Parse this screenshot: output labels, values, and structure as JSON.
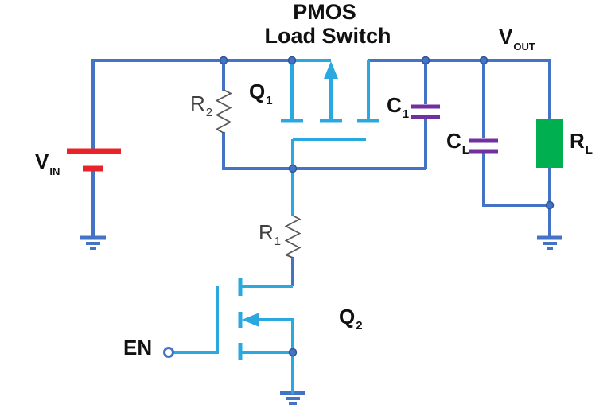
{
  "title": {
    "line1": "PMOS",
    "line2": "Load Switch"
  },
  "labels": {
    "vin": {
      "main": "V",
      "sub": "IN"
    },
    "vout": {
      "main": "V",
      "sub": "OUT"
    },
    "q1": {
      "main": "Q",
      "sub": "1"
    },
    "q2": {
      "main": "Q",
      "sub": "2"
    },
    "r1": {
      "main": "R",
      "sub": "1"
    },
    "r2": {
      "main": "R",
      "sub": "2"
    },
    "c1": {
      "main": "C",
      "sub": "1"
    },
    "cl": {
      "main": "C",
      "sub": "L"
    },
    "rl": {
      "main": "R",
      "sub": "L"
    },
    "en": {
      "main": "EN",
      "sub": ""
    }
  },
  "components": [
    {
      "id": "vin",
      "kind": "voltage-source",
      "label": "VIN"
    },
    {
      "id": "q1",
      "kind": "pmos-transistor",
      "label": "Q1"
    },
    {
      "id": "q2",
      "kind": "nmos-transistor",
      "label": "Q2"
    },
    {
      "id": "r1",
      "kind": "resistor",
      "label": "R1"
    },
    {
      "id": "r2",
      "kind": "resistor",
      "label": "R2"
    },
    {
      "id": "c1",
      "kind": "capacitor",
      "label": "C1"
    },
    {
      "id": "cl",
      "kind": "capacitor",
      "label": "CL"
    },
    {
      "id": "rl",
      "kind": "load-resistor",
      "label": "RL"
    },
    {
      "id": "en",
      "kind": "enable-input",
      "label": "EN"
    },
    {
      "id": "vout",
      "kind": "output-node",
      "label": "VOUT"
    }
  ],
  "colors": {
    "wire": "#4472c4",
    "wire_edge": "#2f5597",
    "mosfet": "#29a9e0",
    "battery": "#e8242a",
    "capacitor": "#7030a0",
    "load": "#00b050",
    "resistor": "#595959",
    "text": "#111111",
    "label_muted": "#3f3f3f",
    "background": "#ffffff"
  }
}
